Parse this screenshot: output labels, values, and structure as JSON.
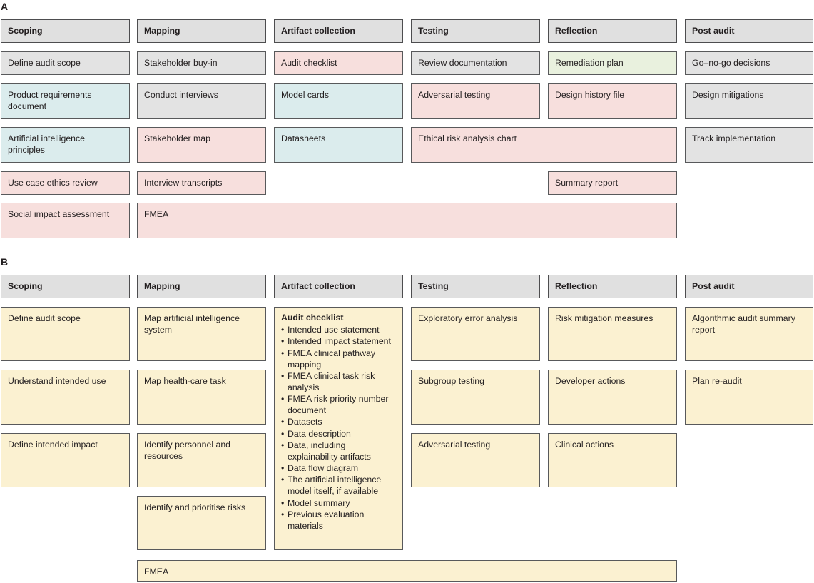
{
  "panels": [
    {
      "letter": "A",
      "headers": [
        "Scoping",
        "Mapping",
        "Artifact collection",
        "Testing",
        "Reflection",
        "Post audit"
      ],
      "boxes": [
        {
          "text": "Define audit scope",
          "color": "grey"
        },
        {
          "text": "Product requirements document",
          "color": "blue"
        },
        {
          "text": "Artificial intelligence principles",
          "color": "blue"
        },
        {
          "text": "Use case ethics review",
          "color": "pink"
        },
        {
          "text": "Social impact assessment",
          "color": "pink"
        },
        {
          "text": "Stakeholder buy-in",
          "color": "grey"
        },
        {
          "text": "Conduct interviews",
          "color": "grey"
        },
        {
          "text": "Stakeholder map",
          "color": "pink"
        },
        {
          "text": "Interview transcripts",
          "color": "pink"
        },
        {
          "text": "FMEA",
          "color": "pink"
        },
        {
          "text": "Audit checklist",
          "color": "pink"
        },
        {
          "text": "Model cards",
          "color": "blue"
        },
        {
          "text": "Datasheets",
          "color": "blue"
        },
        {
          "text": "Review documentation",
          "color": "grey"
        },
        {
          "text": "Adversarial testing",
          "color": "pink"
        },
        {
          "text": "Ethical risk analysis chart",
          "color": "pink"
        },
        {
          "text": "Remediation plan",
          "color": "green"
        },
        {
          "text": "Design history file",
          "color": "pink"
        },
        {
          "text": "Summary report",
          "color": "pink"
        },
        {
          "text": "Go–no-go decisions",
          "color": "grey"
        },
        {
          "text": "Design mitigations",
          "color": "grey"
        },
        {
          "text": "Track implementation",
          "color": "grey"
        }
      ]
    },
    {
      "letter": "B",
      "headers": [
        "Scoping",
        "Mapping",
        "Artifact collection",
        "Testing",
        "Reflection",
        "Post audit"
      ],
      "boxes": [
        {
          "text": "Define audit scope",
          "color": "cream"
        },
        {
          "text": "Understand intended use",
          "color": "cream"
        },
        {
          "text": "Define intended impact",
          "color": "cream"
        },
        {
          "text": "Map artificial intelligence system",
          "color": "cream"
        },
        {
          "text": "Map health-care task",
          "color": "cream"
        },
        {
          "text": "Identify personnel and resources",
          "color": "cream"
        },
        {
          "text": "Identify and prioritise risks",
          "color": "cream"
        },
        {
          "text": "FMEA",
          "color": "cream"
        },
        {
          "text": "Exploratory error analysis",
          "color": "cream"
        },
        {
          "text": "Subgroup testing",
          "color": "cream"
        },
        {
          "text": "Adversarial testing",
          "color": "cream"
        },
        {
          "text": "Risk mitigation measures",
          "color": "cream"
        },
        {
          "text": "Developer actions",
          "color": "cream"
        },
        {
          "text": "Clinical actions",
          "color": "cream"
        },
        {
          "text": "Algorithmic audit summary report",
          "color": "cream"
        },
        {
          "text": "Plan re-audit",
          "color": "cream"
        }
      ],
      "checklist": {
        "title": "Audit checklist",
        "items": [
          "Intended use statement",
          "Intended impact statement",
          "FMEA clinical pathway mapping",
          "FMEA clinical task risk analysis",
          "FMEA risk priority number document",
          "Datasets",
          "Data description",
          "Data, including explainability artifacts",
          "Data flow diagram",
          "The artificial intelligence model itself, if available",
          "Model summary",
          "Previous evaluation materials"
        ]
      }
    }
  ],
  "colors": {
    "grey": "#e3e3e3",
    "blue": "#dbeced",
    "pink": "#f7dfdd",
    "green": "#e9f1de",
    "cream": "#fbf1d1",
    "header_grey": "#e0e0e0",
    "border": "#58595b",
    "text": "#231f20"
  }
}
